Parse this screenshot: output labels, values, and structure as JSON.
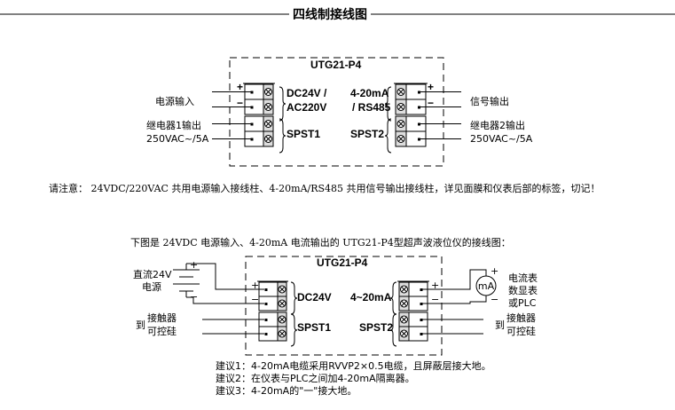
{
  "title": "四线制接线图",
  "diagram1": {
    "model": "UTG21-P4",
    "left_labels": {
      "power_in": "电源输入",
      "relay1": "继电器1输出",
      "relay1_rating": "250VAC~/5A"
    },
    "right_labels": {
      "signal_out": "信号输出",
      "relay2": "继电器2输出",
      "relay2_rating": "250VAC~/5A"
    },
    "left_group": {
      "line1": "DC24V /",
      "line2": "AC220V",
      "spst": "SPST1"
    },
    "right_group": {
      "line1": "4-20mA",
      "line2": "/ RS485",
      "spst": "SPST2"
    },
    "plus": "+",
    "minus": "−"
  },
  "note": "请注意： 24VDC/220VAC 共用电源输入接线柱、4-20mA/RS485 共用信号输出接线柱，详见面膜和仪表后部的标签，切记！",
  "diagram2": {
    "heading": "下图是 24VDC 电源输入、4-20mA 电流输出的 UTG21-P4型超声波液位仪的接线图：",
    "model": "UTG21-P4",
    "battery_label1": "直流24V",
    "battery_label2": "电源",
    "left_group": {
      "line1": "DC24V",
      "spst": "SPST1"
    },
    "right_group": {
      "line1": "4~20mA",
      "spst": "SPST2"
    },
    "meter": "mA",
    "meter_labels": [
      "电流表",
      "数显表",
      "或PLC"
    ],
    "to": "到",
    "contactor": "接触器",
    "scr": "可控硅",
    "plus": "+",
    "minus": "−",
    "suggestions": [
      "建议1：4-20mA电缆采用RVVP2×0.5电缆，且屏蔽层接大地。",
      "建议2：在仪表与PLC之间加4-20mA隔离器。",
      "建议3：4-20mA的\"一\"接大地。"
    ]
  }
}
